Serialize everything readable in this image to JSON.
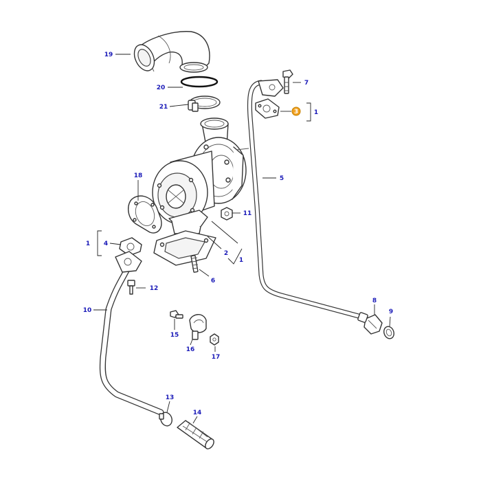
{
  "colors": {
    "label": "#1a1ab8",
    "highlight": "#f0a020",
    "line": "#333333"
  },
  "callouts": {
    "c1_top": "1",
    "c1_mid": "1",
    "c1_left": "1",
    "c2": "2",
    "c3": "3",
    "c4": "4",
    "c5": "5",
    "c6": "6",
    "c7": "7",
    "c8": "8",
    "c9": "9",
    "c10": "10",
    "c11": "11",
    "c12": "12",
    "c13": "13",
    "c14": "14",
    "c15": "15",
    "c16": "16",
    "c17": "17",
    "c18": "18",
    "c19": "19",
    "c20": "20",
    "c21": "21"
  },
  "highlighted_callout": "c3"
}
